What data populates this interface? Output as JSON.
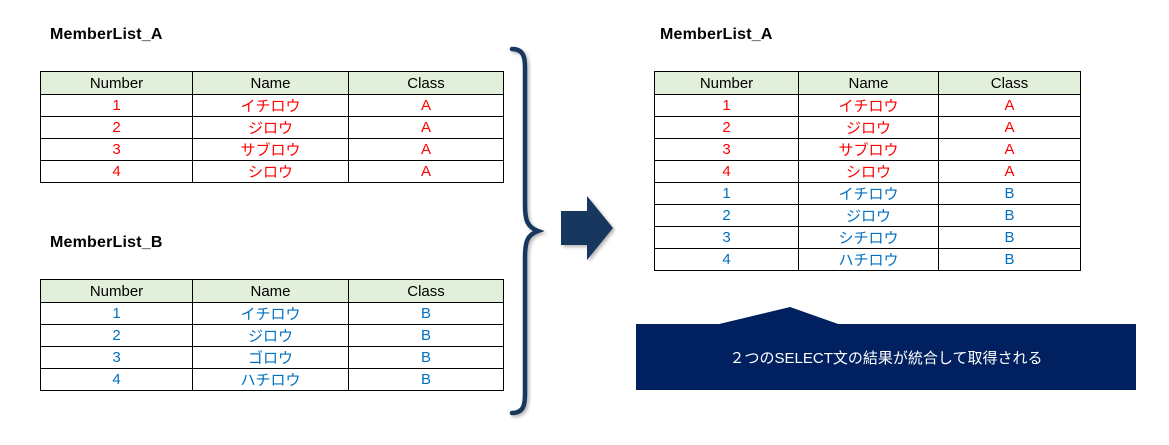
{
  "left_tables": [
    {
      "title": "MemberList_A",
      "headers": [
        "Number",
        "Name",
        "Class"
      ],
      "rows": [
        {
          "cells": [
            "1",
            "イチロウ",
            "A"
          ],
          "color": "#FF0000"
        },
        {
          "cells": [
            "2",
            "ジロウ",
            "A"
          ],
          "color": "#FF0000"
        },
        {
          "cells": [
            "3",
            "サブロウ",
            "A"
          ],
          "color": "#FF0000"
        },
        {
          "cells": [
            "4",
            "シロウ",
            "A"
          ],
          "color": "#FF0000"
        }
      ]
    },
    {
      "title": "MemberList_B",
      "headers": [
        "Number",
        "Name",
        "Class"
      ],
      "rows": [
        {
          "cells": [
            "1",
            "イチロウ",
            "B"
          ],
          "color": "#0070C0"
        },
        {
          "cells": [
            "2",
            "ジロウ",
            "B"
          ],
          "color": "#0070C0"
        },
        {
          "cells": [
            "3",
            "ゴロウ",
            "B"
          ],
          "color": "#0070C0"
        },
        {
          "cells": [
            "4",
            "ハチロウ",
            "B"
          ],
          "color": "#0070C0"
        }
      ]
    }
  ],
  "result_table": {
    "title": "MemberList_A",
    "headers": [
      "Number",
      "Name",
      "Class"
    ],
    "rows": [
      {
        "cells": [
          "1",
          "イチロウ",
          "A"
        ],
        "color": "#FF0000"
      },
      {
        "cells": [
          "2",
          "ジロウ",
          "A"
        ],
        "color": "#FF0000"
      },
      {
        "cells": [
          "3",
          "サブロウ",
          "A"
        ],
        "color": "#FF0000"
      },
      {
        "cells": [
          "4",
          "シロウ",
          "A"
        ],
        "color": "#FF0000"
      },
      {
        "cells": [
          "1",
          "イチロウ",
          "B"
        ],
        "color": "#0070C0"
      },
      {
        "cells": [
          "2",
          "ジロウ",
          "B"
        ],
        "color": "#0070C0"
      },
      {
        "cells": [
          "3",
          "シチロウ",
          "B"
        ],
        "color": "#0070C0"
      },
      {
        "cells": [
          "4",
          "ハチロウ",
          "B"
        ],
        "color": "#0070C0"
      }
    ]
  },
  "callout": {
    "text": "２つのSELECT文の結果が統合して取得される"
  },
  "icons": {
    "brace": "right-curly-brace",
    "arrow": "right-block-arrow"
  },
  "colors": {
    "header_bg": "#E2EFDA",
    "border": "#000000",
    "red": "#FF0000",
    "blue": "#0070C0",
    "navy": "#17375E",
    "callout_bg": "#002060",
    "callout_text": "#FFFFFF"
  }
}
